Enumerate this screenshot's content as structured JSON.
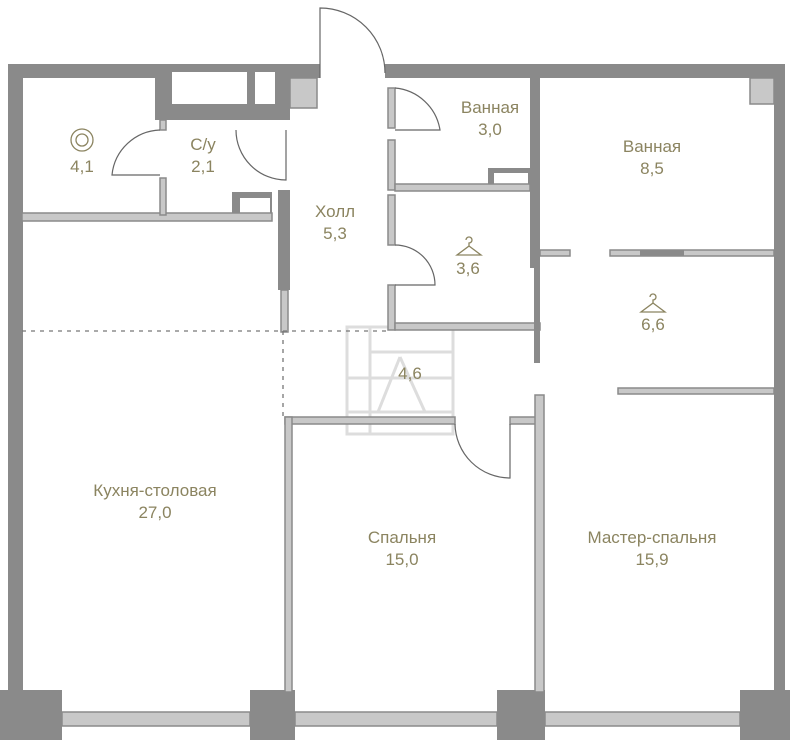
{
  "plan": {
    "rooms": [
      {
        "id": "laundry",
        "name": "",
        "area": "4,1",
        "icon": "washing-machine-icon"
      },
      {
        "id": "wc",
        "name": "С/у",
        "area": "2,1"
      },
      {
        "id": "hall",
        "name": "Холл",
        "area": "5,3"
      },
      {
        "id": "bath1",
        "name": "Ванная",
        "area": "3,0"
      },
      {
        "id": "bath2",
        "name": "Ванная",
        "area": "8,5"
      },
      {
        "id": "wardrobe1",
        "name": "",
        "area": "3,6",
        "icon": "hanger-icon"
      },
      {
        "id": "wardrobe2",
        "name": "",
        "area": "6,6",
        "icon": "hanger-icon"
      },
      {
        "id": "corridor",
        "name": "",
        "area": "4,6"
      },
      {
        "id": "kitchen",
        "name": "Кухня-столовая",
        "area": "27,0"
      },
      {
        "id": "bedroom",
        "name": "Спальня",
        "area": "15,0"
      },
      {
        "id": "master",
        "name": "Мастер-спальня",
        "area": "15,9"
      }
    ],
    "colors": {
      "label": "#8b8460",
      "wall": "#8a8a8a"
    }
  }
}
